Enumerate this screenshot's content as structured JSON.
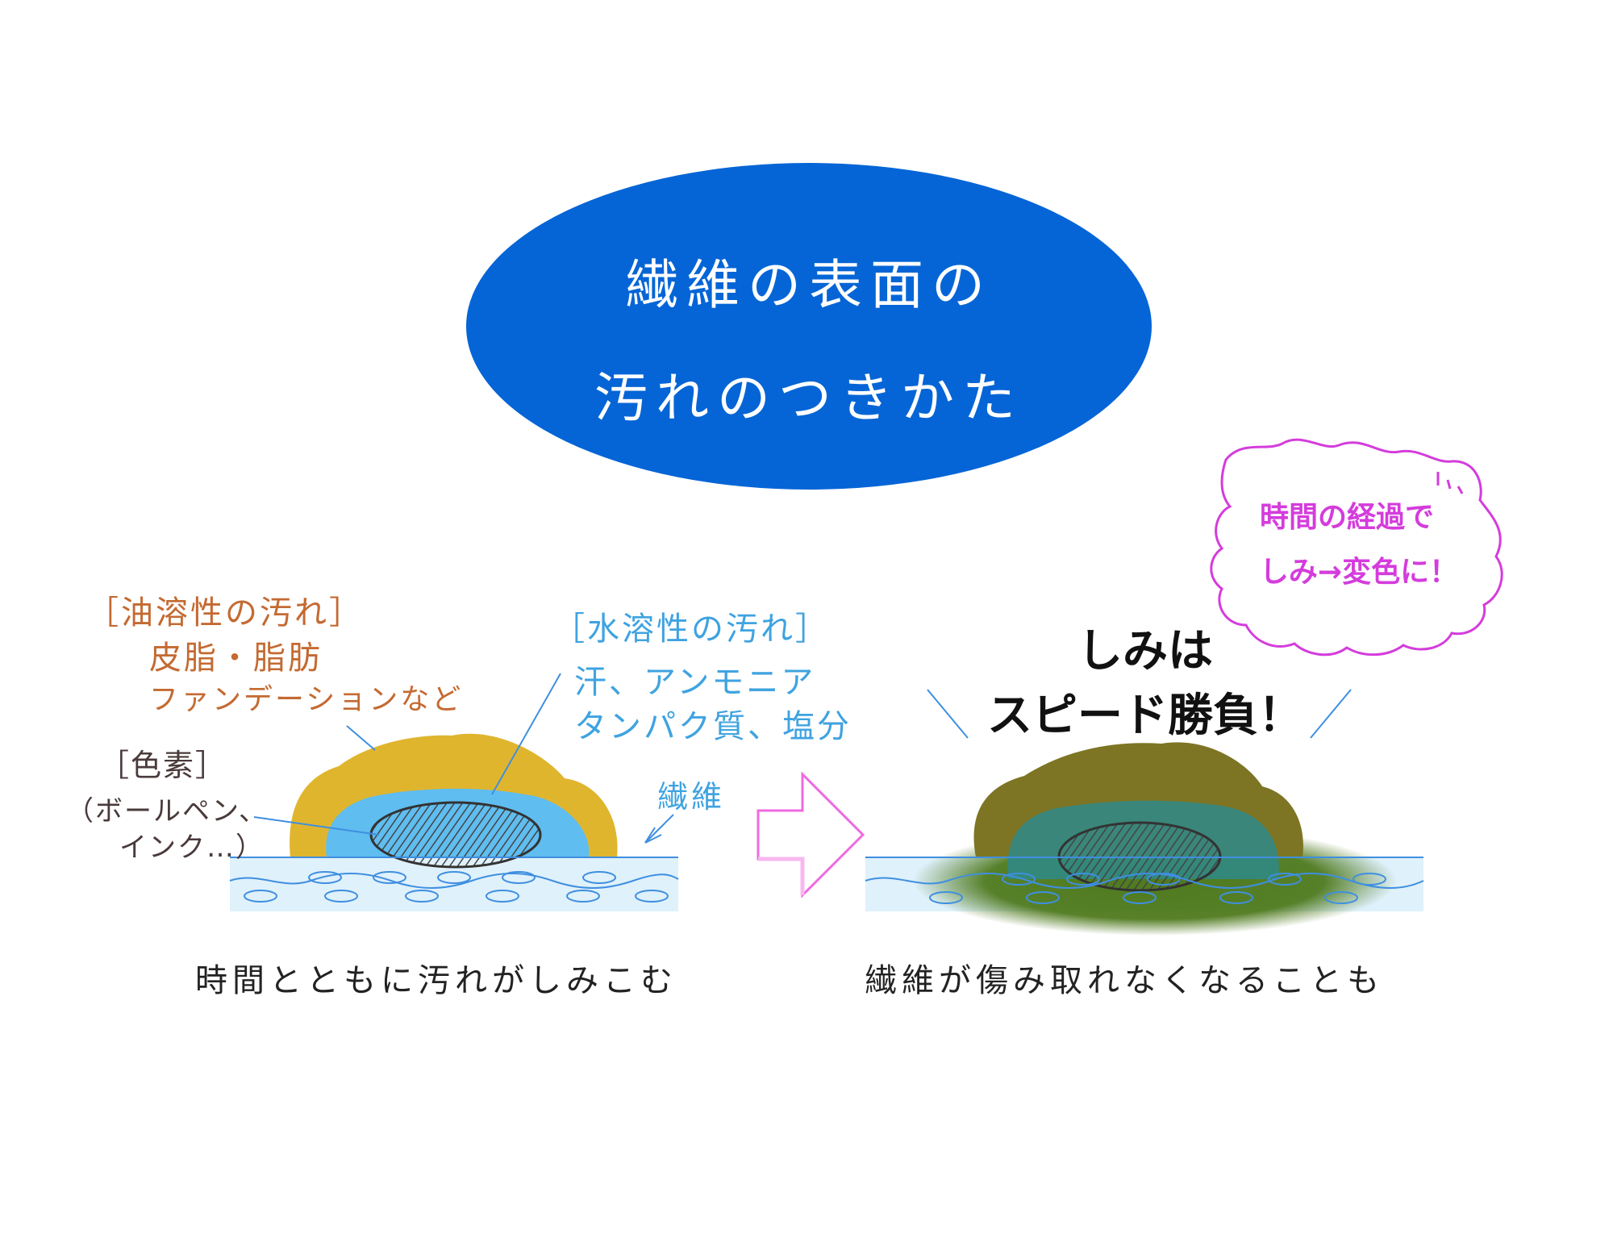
{
  "title": {
    "line1": "繊維の表面の",
    "line2": "汚れのつきかた"
  },
  "labels": {
    "oil_heading": "［油溶性の汚れ］",
    "oil_example1": "皮脂・脂肪",
    "oil_example2": "ファンデーションなど",
    "water_heading": "［水溶性の汚れ］",
    "water_example1": "汗、アンモニア",
    "water_example2": "タンパク質、塩分",
    "pigment_heading": "［色素］",
    "pigment_example1": "（ボールペン、",
    "pigment_example2": "インク…）",
    "fiber": "繊維"
  },
  "captions": {
    "left": "時間とともに汚れがしみこむ",
    "right": "繊維が傷み取れなくなることも"
  },
  "headline": {
    "line1": "しみは",
    "line2": "スピード勝負！"
  },
  "burst": {
    "line1": "時間の経過で",
    "line2": "しみ→変色に！"
  },
  "colors": {
    "title_bg": "#0565d6",
    "oil": "#e0b52e",
    "water": "#5fbdf0",
    "pigment": "#3a3a3a",
    "fiber_band": "#dff1fb",
    "arrow": "#f06ae0",
    "burst": "#d43cdc",
    "stain_dark": "#6b6a1e",
    "stain_green": "#4f7a1e"
  }
}
